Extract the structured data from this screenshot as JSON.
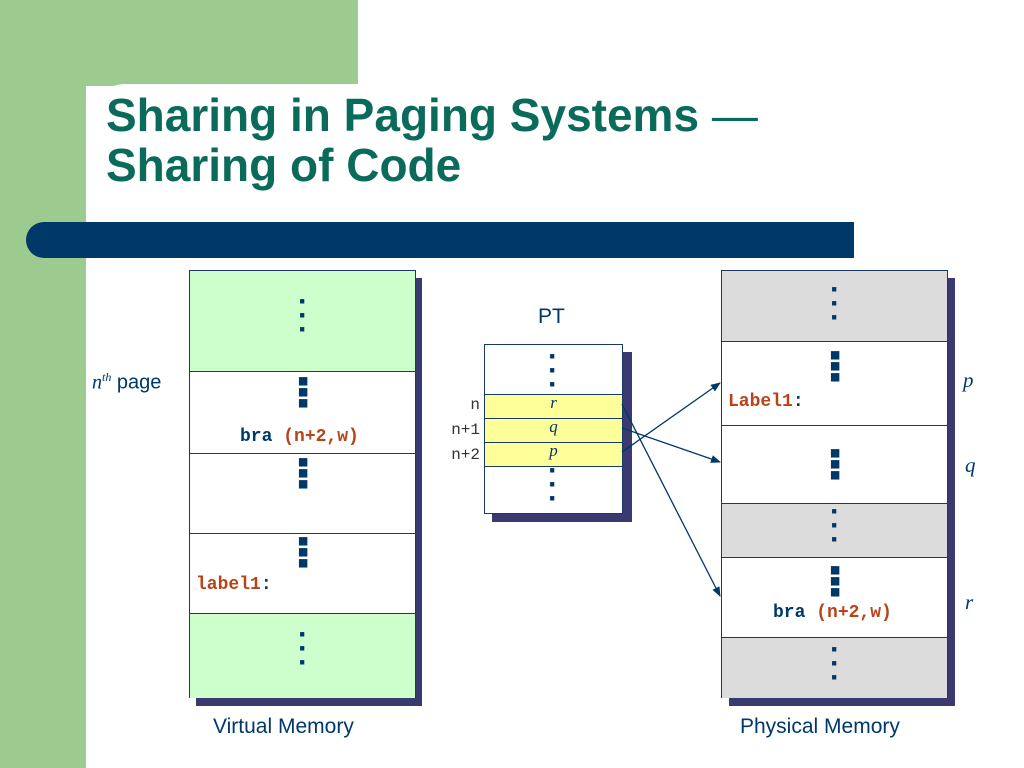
{
  "title": {
    "line1": "Sharing in Paging Systems",
    "dash": "—",
    "line2": "Sharing of Code"
  },
  "virtual_memory": {
    "caption": "Virtual Memory",
    "nth_page_label": {
      "n": "n",
      "sup": "th",
      "word": "page"
    },
    "instruction": {
      "op": "bra",
      "operand": "(n+2,w)"
    },
    "label": {
      "name": "label1",
      "colon": ":"
    }
  },
  "page_table": {
    "caption": "PT",
    "rows": [
      {
        "index": "n",
        "entry": "r"
      },
      {
        "index": "n+1",
        "entry": "q"
      },
      {
        "index": "n+2",
        "entry": "p"
      }
    ]
  },
  "physical_memory": {
    "caption": "Physical Memory",
    "label": {
      "name": "Label1",
      "colon": ":"
    },
    "instruction": {
      "op": "bra",
      "operand": "(n+2,w)"
    },
    "frame_labels": {
      "p": "p",
      "q": "q",
      "r": "r"
    }
  },
  "colors": {
    "accent_green": "#9dcb8f",
    "title_color": "#0b6b5b",
    "bar_color": "#00386a",
    "vm_highlight": "#ccffcc",
    "pt_highlight": "#ffff99",
    "pm_gray": "#dcdcdc",
    "code_red": "#b8431a"
  },
  "icons": [
    "vertical-ellipsis-icon",
    "arrow-icon"
  ]
}
